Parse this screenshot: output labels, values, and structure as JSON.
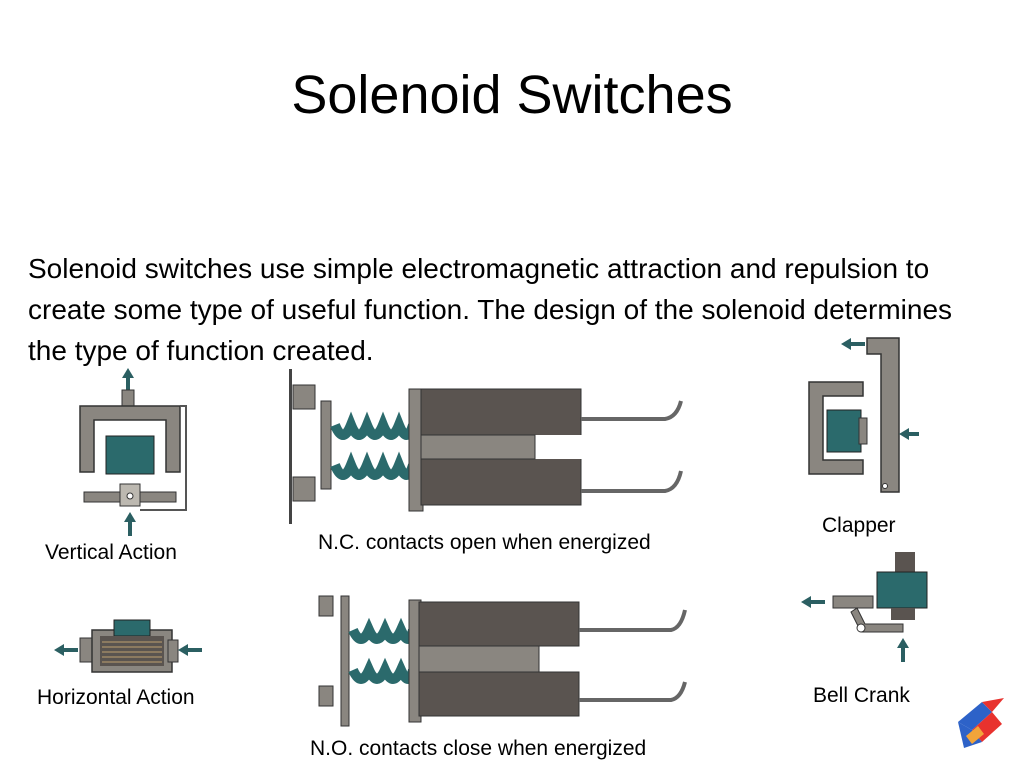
{
  "slide": {
    "title": "Solenoid Switches",
    "body": "Solenoid switches use simple electromagnetic  attraction and repulsion to create some type of useful function.  The design of the solenoid determines the type of function created."
  },
  "figures": {
    "vertical_action": {
      "caption": "Vertical Action"
    },
    "horizontal_action": {
      "caption": "Horizontal Action"
    },
    "nc_contacts": {
      "caption": "N.C. contacts open when energized"
    },
    "no_contacts": {
      "caption": "N.O. contacts close when energized"
    },
    "clapper": {
      "caption": "Clapper"
    },
    "bell_crank": {
      "caption": "Bell Crank"
    }
  },
  "colors": {
    "frame": "#8a8680",
    "coil": "#2b6a6c",
    "winding": "#5a5450",
    "arrow": "#2b5f62",
    "logo_red": "#e8322e",
    "logo_blue": "#2d62c8"
  },
  "icons": [
    "arrow-up-icon",
    "arrow-left-icon",
    "logo-icon"
  ]
}
